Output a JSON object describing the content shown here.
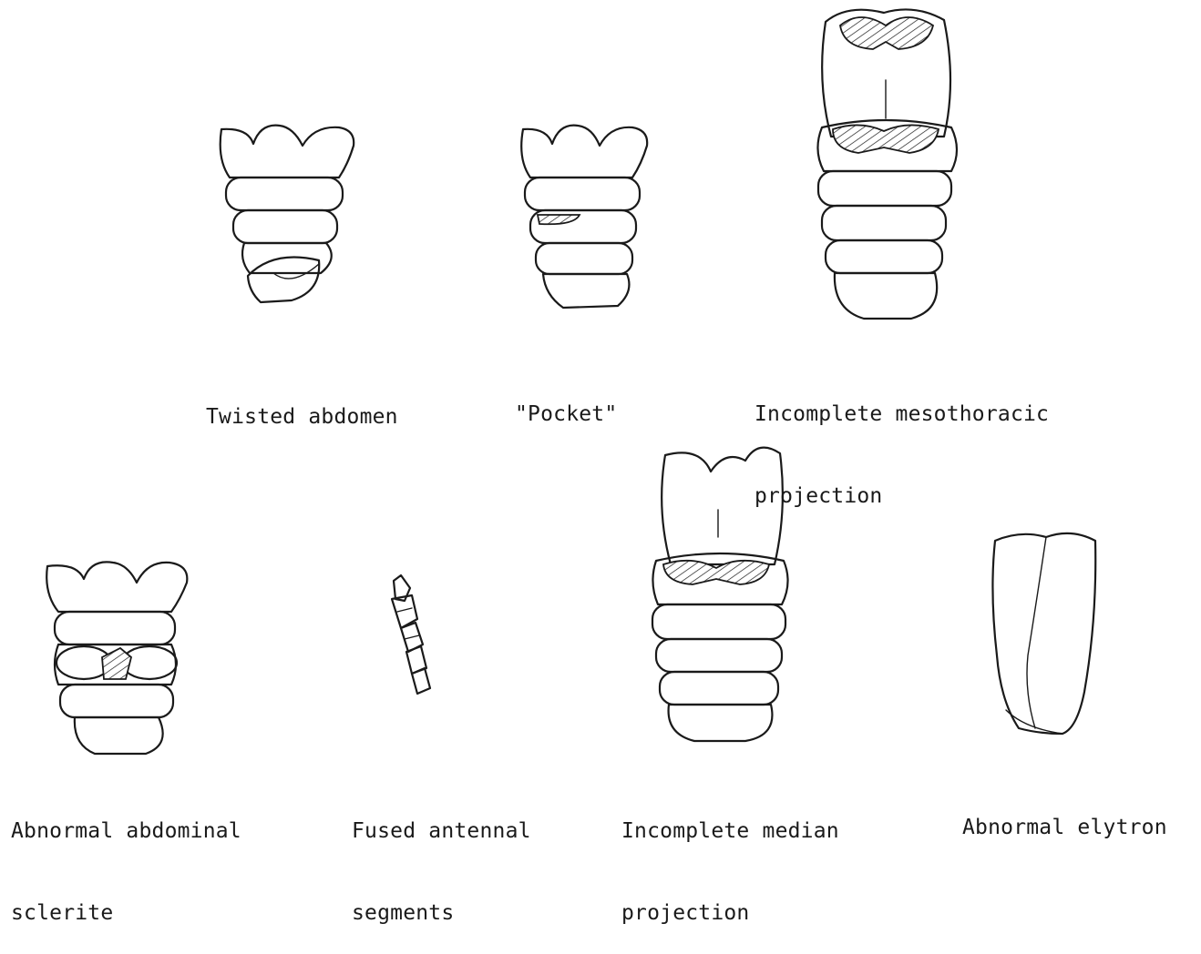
{
  "figures": [
    {
      "id": "twisted-abdomen",
      "caption": [
        "Twisted abdomen"
      ]
    },
    {
      "id": "pocket",
      "caption": [
        "\"Pocket\""
      ]
    },
    {
      "id": "incomplete-mesothoracic-projection",
      "caption": [
        "Incomplete mesothoracic",
        "projection"
      ]
    },
    {
      "id": "abnormal-abdominal-sclerite",
      "caption": [
        "Abnormal abdominal",
        "sclerite"
      ]
    },
    {
      "id": "fused-antennal-segments",
      "caption": [
        "Fused antennal",
        "segments"
      ]
    },
    {
      "id": "incomplete-median-projection",
      "caption": [
        "Incomplete median",
        "projection"
      ]
    },
    {
      "id": "abnormal-elytron",
      "caption": [
        "Abnormal elytron"
      ]
    }
  ]
}
